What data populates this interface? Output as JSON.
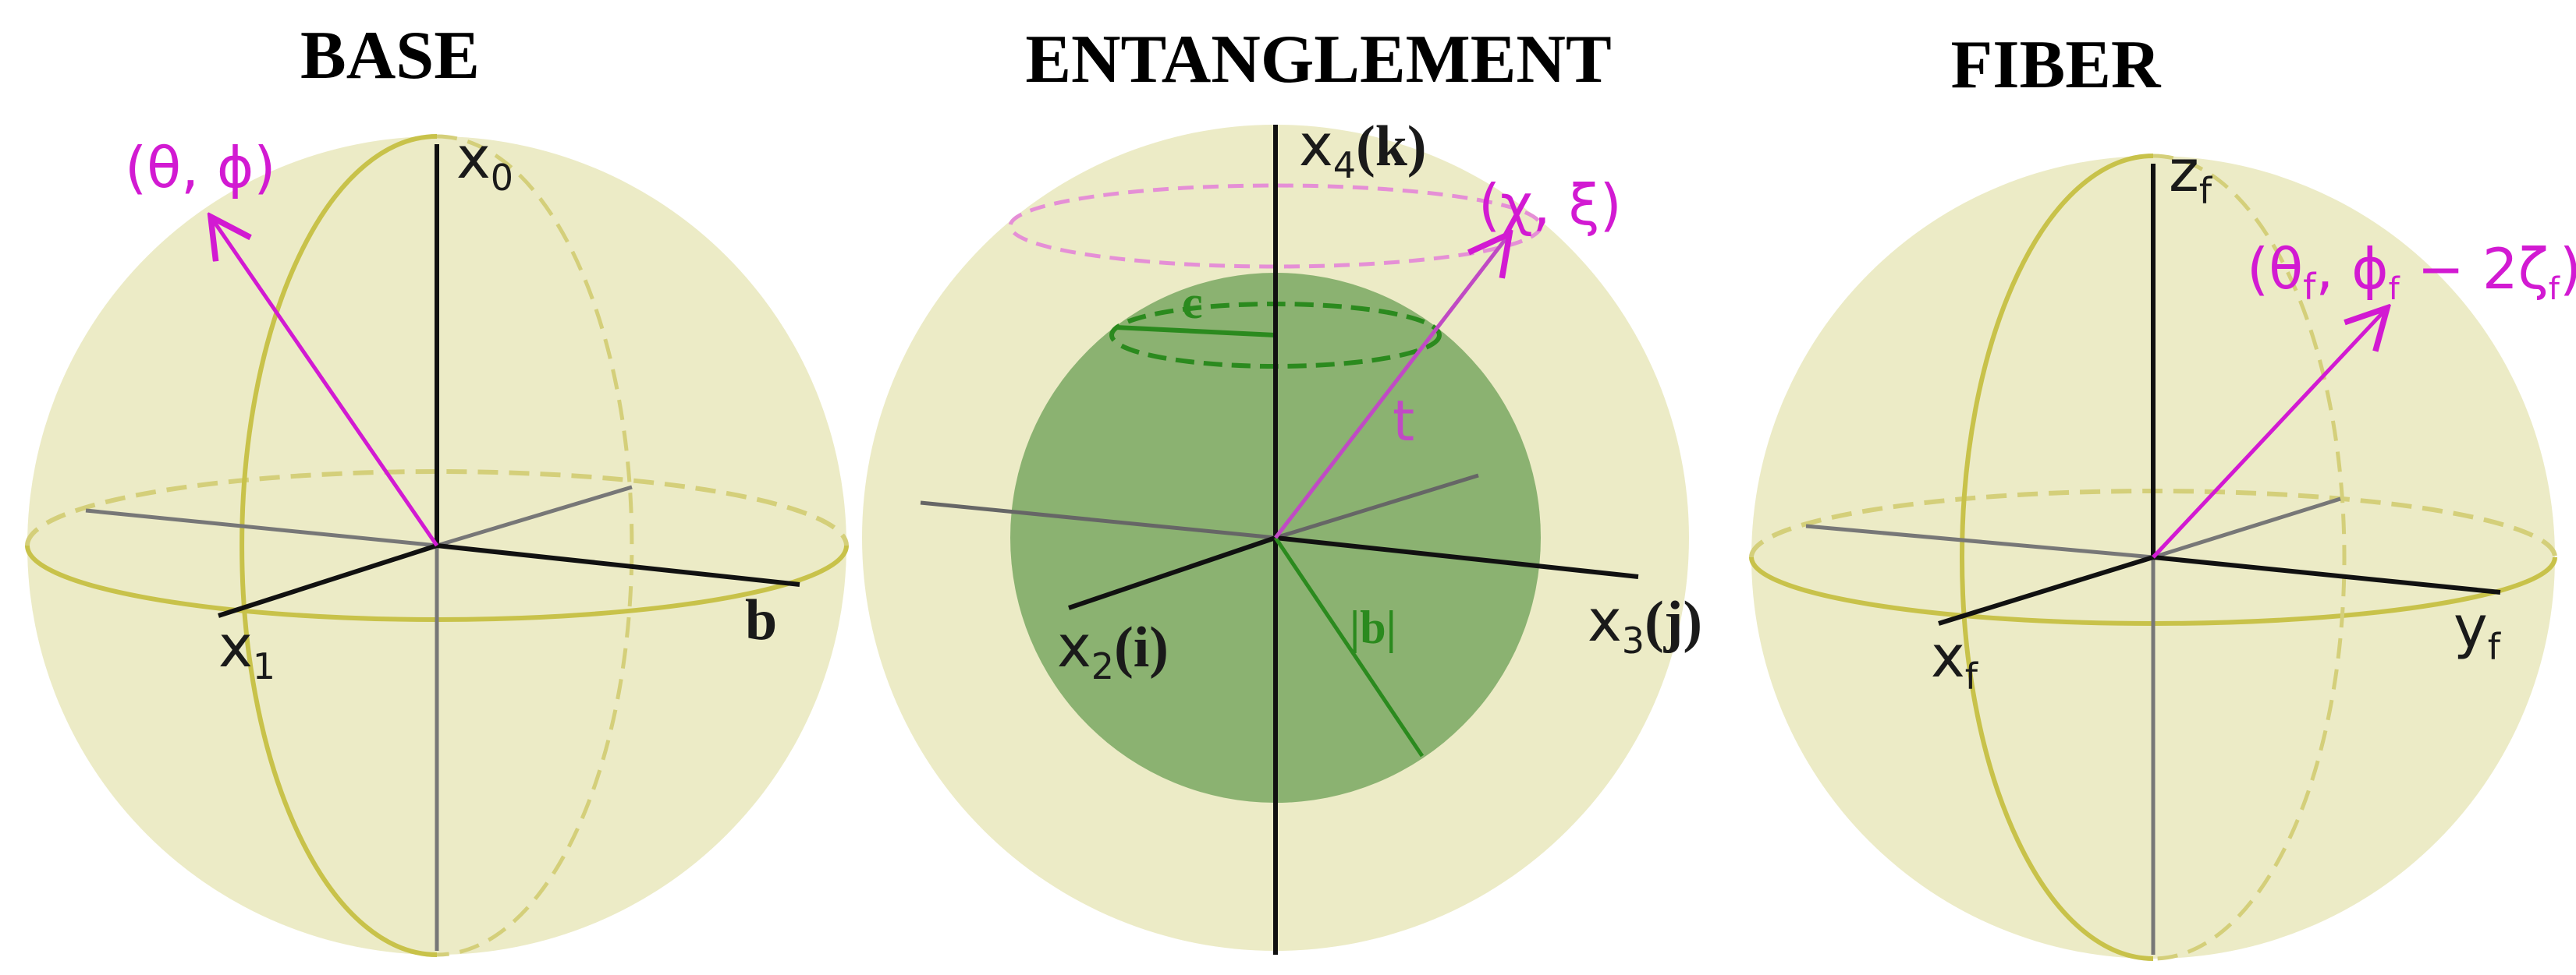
{
  "colors": {
    "sphere_fill": "#ecebc6",
    "ring": "#c8c24a",
    "axis_dark": "#111111",
    "axis_grey": "#777777",
    "magenta": "#d21ad2",
    "green_fill": "#7aa861",
    "green_line": "#2b8a1e"
  },
  "panels": {
    "base": {
      "title": "BASE",
      "axis_top": "x",
      "axis_top_sub": "0",
      "axis_left": "x",
      "axis_left_sub": "1",
      "axis_right": "b",
      "vector_label": "(θ, ϕ)"
    },
    "entanglement": {
      "title": "ENTANGLEMENT",
      "axis_top": "x",
      "axis_top_sub": "4",
      "axis_top_paren": "(k)",
      "axis_left": "x",
      "axis_left_sub": "2",
      "axis_left_paren": "(i)",
      "axis_right": "x",
      "axis_right_sub": "3",
      "axis_right_paren": "(j)",
      "vector_label": "(χ, ξ)",
      "vector_t": "t",
      "inner_c": "c",
      "inner_b": "|b|"
    },
    "fiber": {
      "title": "FIBER",
      "axis_top": "z",
      "axis_top_sub": "f",
      "axis_left": "x",
      "axis_left_sub": "f",
      "axis_right": "y",
      "axis_right_sub": "f",
      "vector_label_a": "(θ",
      "vector_label_a_sub": "f",
      "vector_label_b": ", ϕ",
      "vector_label_b_sub": "f",
      "vector_label_c": " − 2ζ",
      "vector_label_c_sub": "f",
      "vector_label_d": ")"
    }
  }
}
